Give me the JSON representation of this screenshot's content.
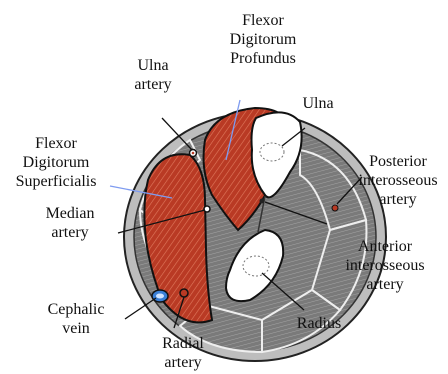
{
  "colors": {
    "muscle_red": "#b93a24",
    "muscle_grey": "#7a7a7a",
    "skin_grey": "#9a9a9a",
    "bone_white": "#ffffff",
    "pointer_blue": "#7e9bf0",
    "pointer_black": "#111111",
    "vein_blue": "#3a7fd6"
  },
  "labels": {
    "flexor_digitorum_profundus": "Flexor\nDigitorum\nProfundus",
    "ulna_artery": "Ulna\nartery",
    "ulna": "Ulna",
    "flexor_digitorum_superficialis": "Flexor\nDigitorum\nSuperficialis",
    "posterior_interosseous_artery": "Posterior\ninterosseous\nartery",
    "median_artery": "Median\nartery",
    "anterior_interosseous_artery": "Anterior\ninterosseous\nartery",
    "cephalic_vein": "Cephalic\nvein",
    "radius": "Radius",
    "radial_artery": "Radial\nartery"
  }
}
